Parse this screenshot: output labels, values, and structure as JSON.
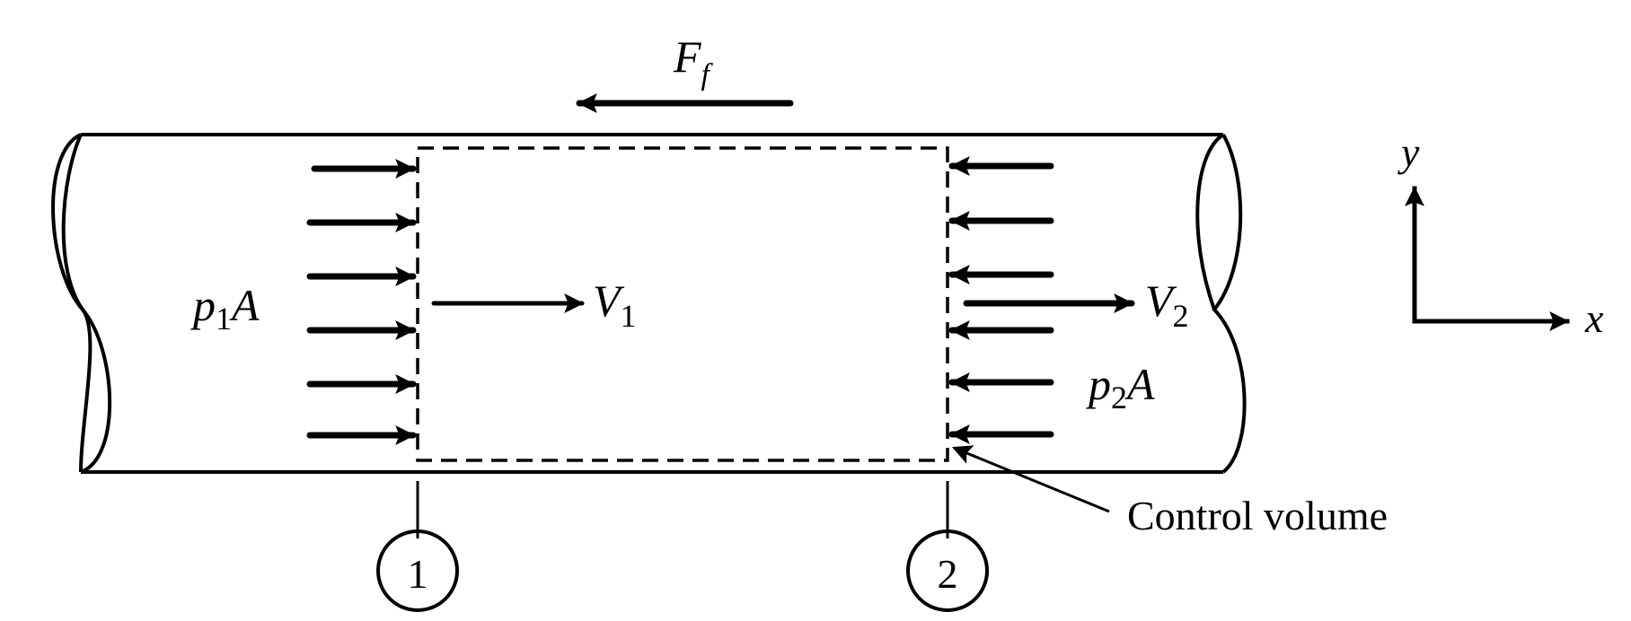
{
  "labels": {
    "friction_force": {
      "main": "F",
      "sub": "f"
    },
    "pressure_force_1": {
      "main_a": "p",
      "sub": "1",
      "main_b": "A"
    },
    "pressure_force_2": {
      "main_a": "p",
      "sub": "2",
      "main_b": "A"
    },
    "velocity_1": {
      "main": "V",
      "sub": "1"
    },
    "velocity_2": {
      "main": "V",
      "sub": "2"
    },
    "section_1": "1",
    "section_2": "2",
    "control_volume": "Control volume",
    "axis_x": "x",
    "axis_y": "y"
  },
  "icons": {
    "arrowheads": "solid-triangle-arrowhead"
  }
}
